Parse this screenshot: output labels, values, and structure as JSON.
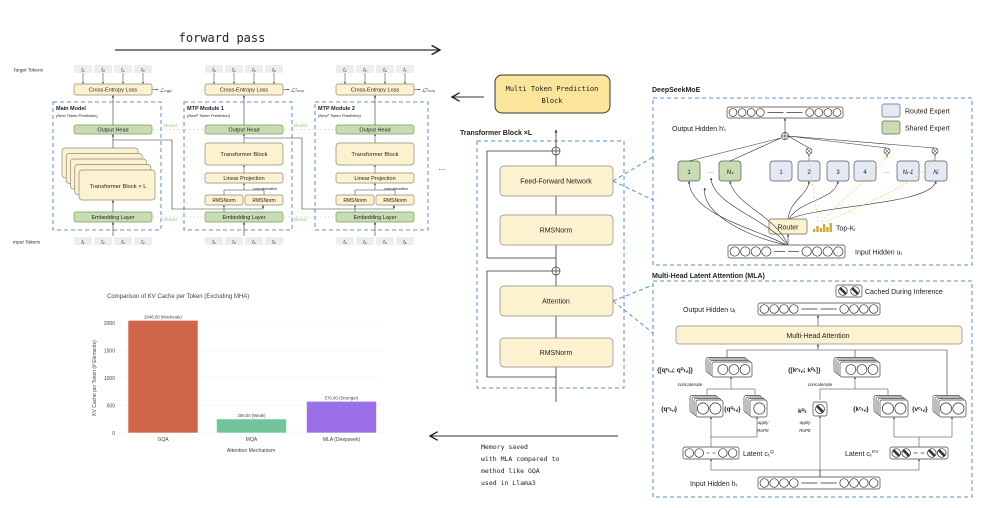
{
  "header": {
    "forward_pass": "forward pass",
    "ellipsis": "..."
  },
  "mtp": {
    "target_label": "Target Tokens",
    "input_label": "Input Tokens",
    "loss_label": "Cross-Entropy Loss",
    "output_head": "Output Head",
    "embedding": "Embedding Layer",
    "transformer_block": "Transformer Block",
    "linear_projection": "Linear Projection",
    "concatenation": "concatenation",
    "rmsnorm": "RMSNorm",
    "shared": "Shared",
    "modules": [
      {
        "title": "Main Model",
        "subtitle": "(Next Token Prediction)",
        "loss_symbol": "ℒₘₐᵢₙ",
        "transformer": "Transformer Block × L",
        "targets": [
          "t₂",
          "t₃",
          "t₄",
          "t₅"
        ],
        "inputs": [
          "t₁",
          "t₂",
          "t₃",
          "t₄"
        ]
      },
      {
        "title": "MTP Module 1",
        "subtitle": "(Next² Token Prediction)",
        "loss_symbol": "ℒ¹ₘₜₚ",
        "targets": [
          "t₃",
          "t₄",
          "t₅",
          "t₆"
        ],
        "inputs": [
          "t₂",
          "t₃",
          "t₄",
          "t₅"
        ]
      },
      {
        "title": "MTP Module 2",
        "subtitle": "(Next³ Token Prediction)",
        "loss_symbol": "ℒ²ₘₜₚ",
        "targets": [
          "t₄",
          "t₅",
          "t₆",
          "t₇"
        ],
        "inputs": [
          "t₃",
          "t₄",
          "t₅",
          "t₆"
        ]
      }
    ]
  },
  "chart_data": {
    "type": "bar",
    "title": "Comparison of KV Cache per Token (Excluding MHA)",
    "xlabel": "Attention Mechanism",
    "ylabel": "KV Cache per Token (# Elements)",
    "categories": [
      "GQA",
      "MQA",
      "MLA (Deepseek)"
    ],
    "values": [
      2048,
      256,
      576
    ],
    "data_labels": [
      "2048.00 (Moderate)",
      "256.00 (Weak)",
      "576.00 (Stronger)"
    ],
    "colors": [
      "#d0654a",
      "#72c59a",
      "#9b6fe8"
    ],
    "yticks": [
      "0",
      "500",
      "1000",
      "1500",
      "2000"
    ],
    "ylim": [
      0,
      2150
    ],
    "grid": true
  },
  "middle": {
    "mtp_block_line1": "Multi Token Prediction",
    "mtp_block_line2": "Block",
    "transformer_title": "Transformer Block ×L",
    "ffn": "Feed-Forward Network",
    "rmsnorm_top": "RMSNorm",
    "attention": "Attention",
    "rmsnorm_bottom": "RMSNorm",
    "memory_note": [
      "Memory saved",
      "with MLA compared to",
      "method like GQA",
      "used in Llama3"
    ]
  },
  "moe": {
    "title": "DeepSeekMoE",
    "output_hidden": "Output Hidden h′ₜ",
    "input_hidden": "Input Hidden uₜ",
    "legend_routed": "Routed Expert",
    "legend_shared": "Shared Expert",
    "shared_experts": [
      "1",
      "···",
      "Nₛ"
    ],
    "routed_experts": [
      "1",
      "2",
      "3",
      "4",
      "···",
      "Nᵣ-1",
      "Nᵣ"
    ],
    "router": "Router",
    "topk": "Top-Kᵣ"
  },
  "mla": {
    "title": "Multi-Head Latent Attention (MLA)",
    "cached": "Cached During Inference",
    "output_hidden": "Output Hidden uₜ",
    "mha": "Multi-Head Attention",
    "q_concat": "{[qᶜₜ,ᵢ; qᴿₜ,ᵢ]}",
    "k_concat": "{[kᶜₜ,ᵢ; kᴿₜ]}",
    "concatenate": "concatenate",
    "qc": "{qᶜₜ,ᵢ}",
    "qr": "{qᴿₜ,ᵢ}",
    "kr": "kᴿₜ",
    "kc": "{kᶜₜ,ᵢ}",
    "vc": "{vᶜₜ,ᵢ}",
    "apply": "apply",
    "rope": "RoPE",
    "latent_q": "Latent cₜ",
    "latent_q_sup": "Q",
    "latent_kv": "Latent cₜ",
    "latent_kv_sup": "KV",
    "input_hidden": "Input Hidden hₜ"
  },
  "colors": {
    "yellow": "#fdf2cf",
    "green": "#c8dcb4",
    "routed": "#e3eaf6",
    "dashed_blue": "#5b8fd0",
    "mtp_block": "#fbe59a"
  }
}
